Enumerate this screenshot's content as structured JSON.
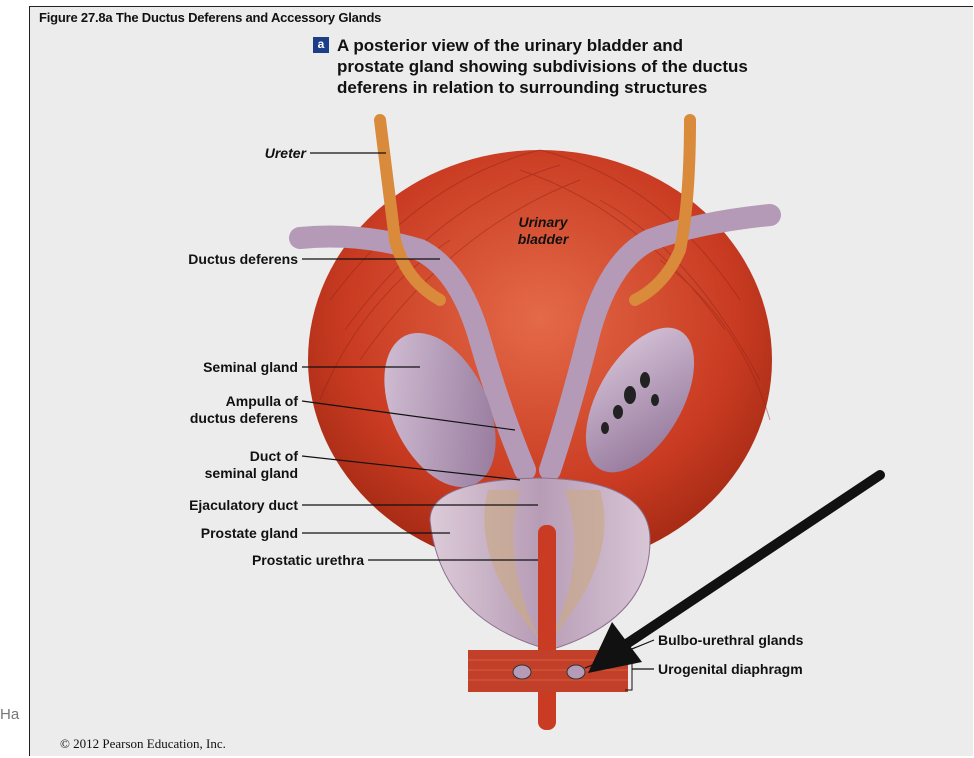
{
  "figure": {
    "title": "Figure 27.8a  The Ductus Deferens and Accessory Glands",
    "badge": "a",
    "caption_line1": "A posterior view of the urinary bladder and",
    "caption_line2": "prostate gland showing subdivisions of the ductus",
    "caption_line3": "deferens in relation to surrounding structures"
  },
  "labels": {
    "ureter": "Ureter",
    "urinary_bladder_line1": "Urinary",
    "urinary_bladder_line2": "bladder",
    "ductus_deferens": "Ductus deferens",
    "seminal_gland": "Seminal gland",
    "ampulla_line1": "Ampulla of",
    "ampulla_line2": "ductus deferens",
    "duct_line1": "Duct of",
    "duct_line2": "seminal gland",
    "ejaculatory_duct": "Ejaculatory duct",
    "prostate_gland": "Prostate gland",
    "prostatic_urethra": "Prostatic urethra",
    "bulbo_urethral": "Bulbo-urethral glands",
    "urogenital_diaphragm": "Urogenital diaphragm"
  },
  "copyright": "© 2012 Pearson Education, Inc.",
  "edge_fragment": "Ha",
  "colors": {
    "muscle": "#c93b22",
    "muscle_light": "#e0603f",
    "ureter": "#d98a3a",
    "gland": "#b69bb8",
    "prostate": "#c6b1c6",
    "arrow": "#111111"
  }
}
